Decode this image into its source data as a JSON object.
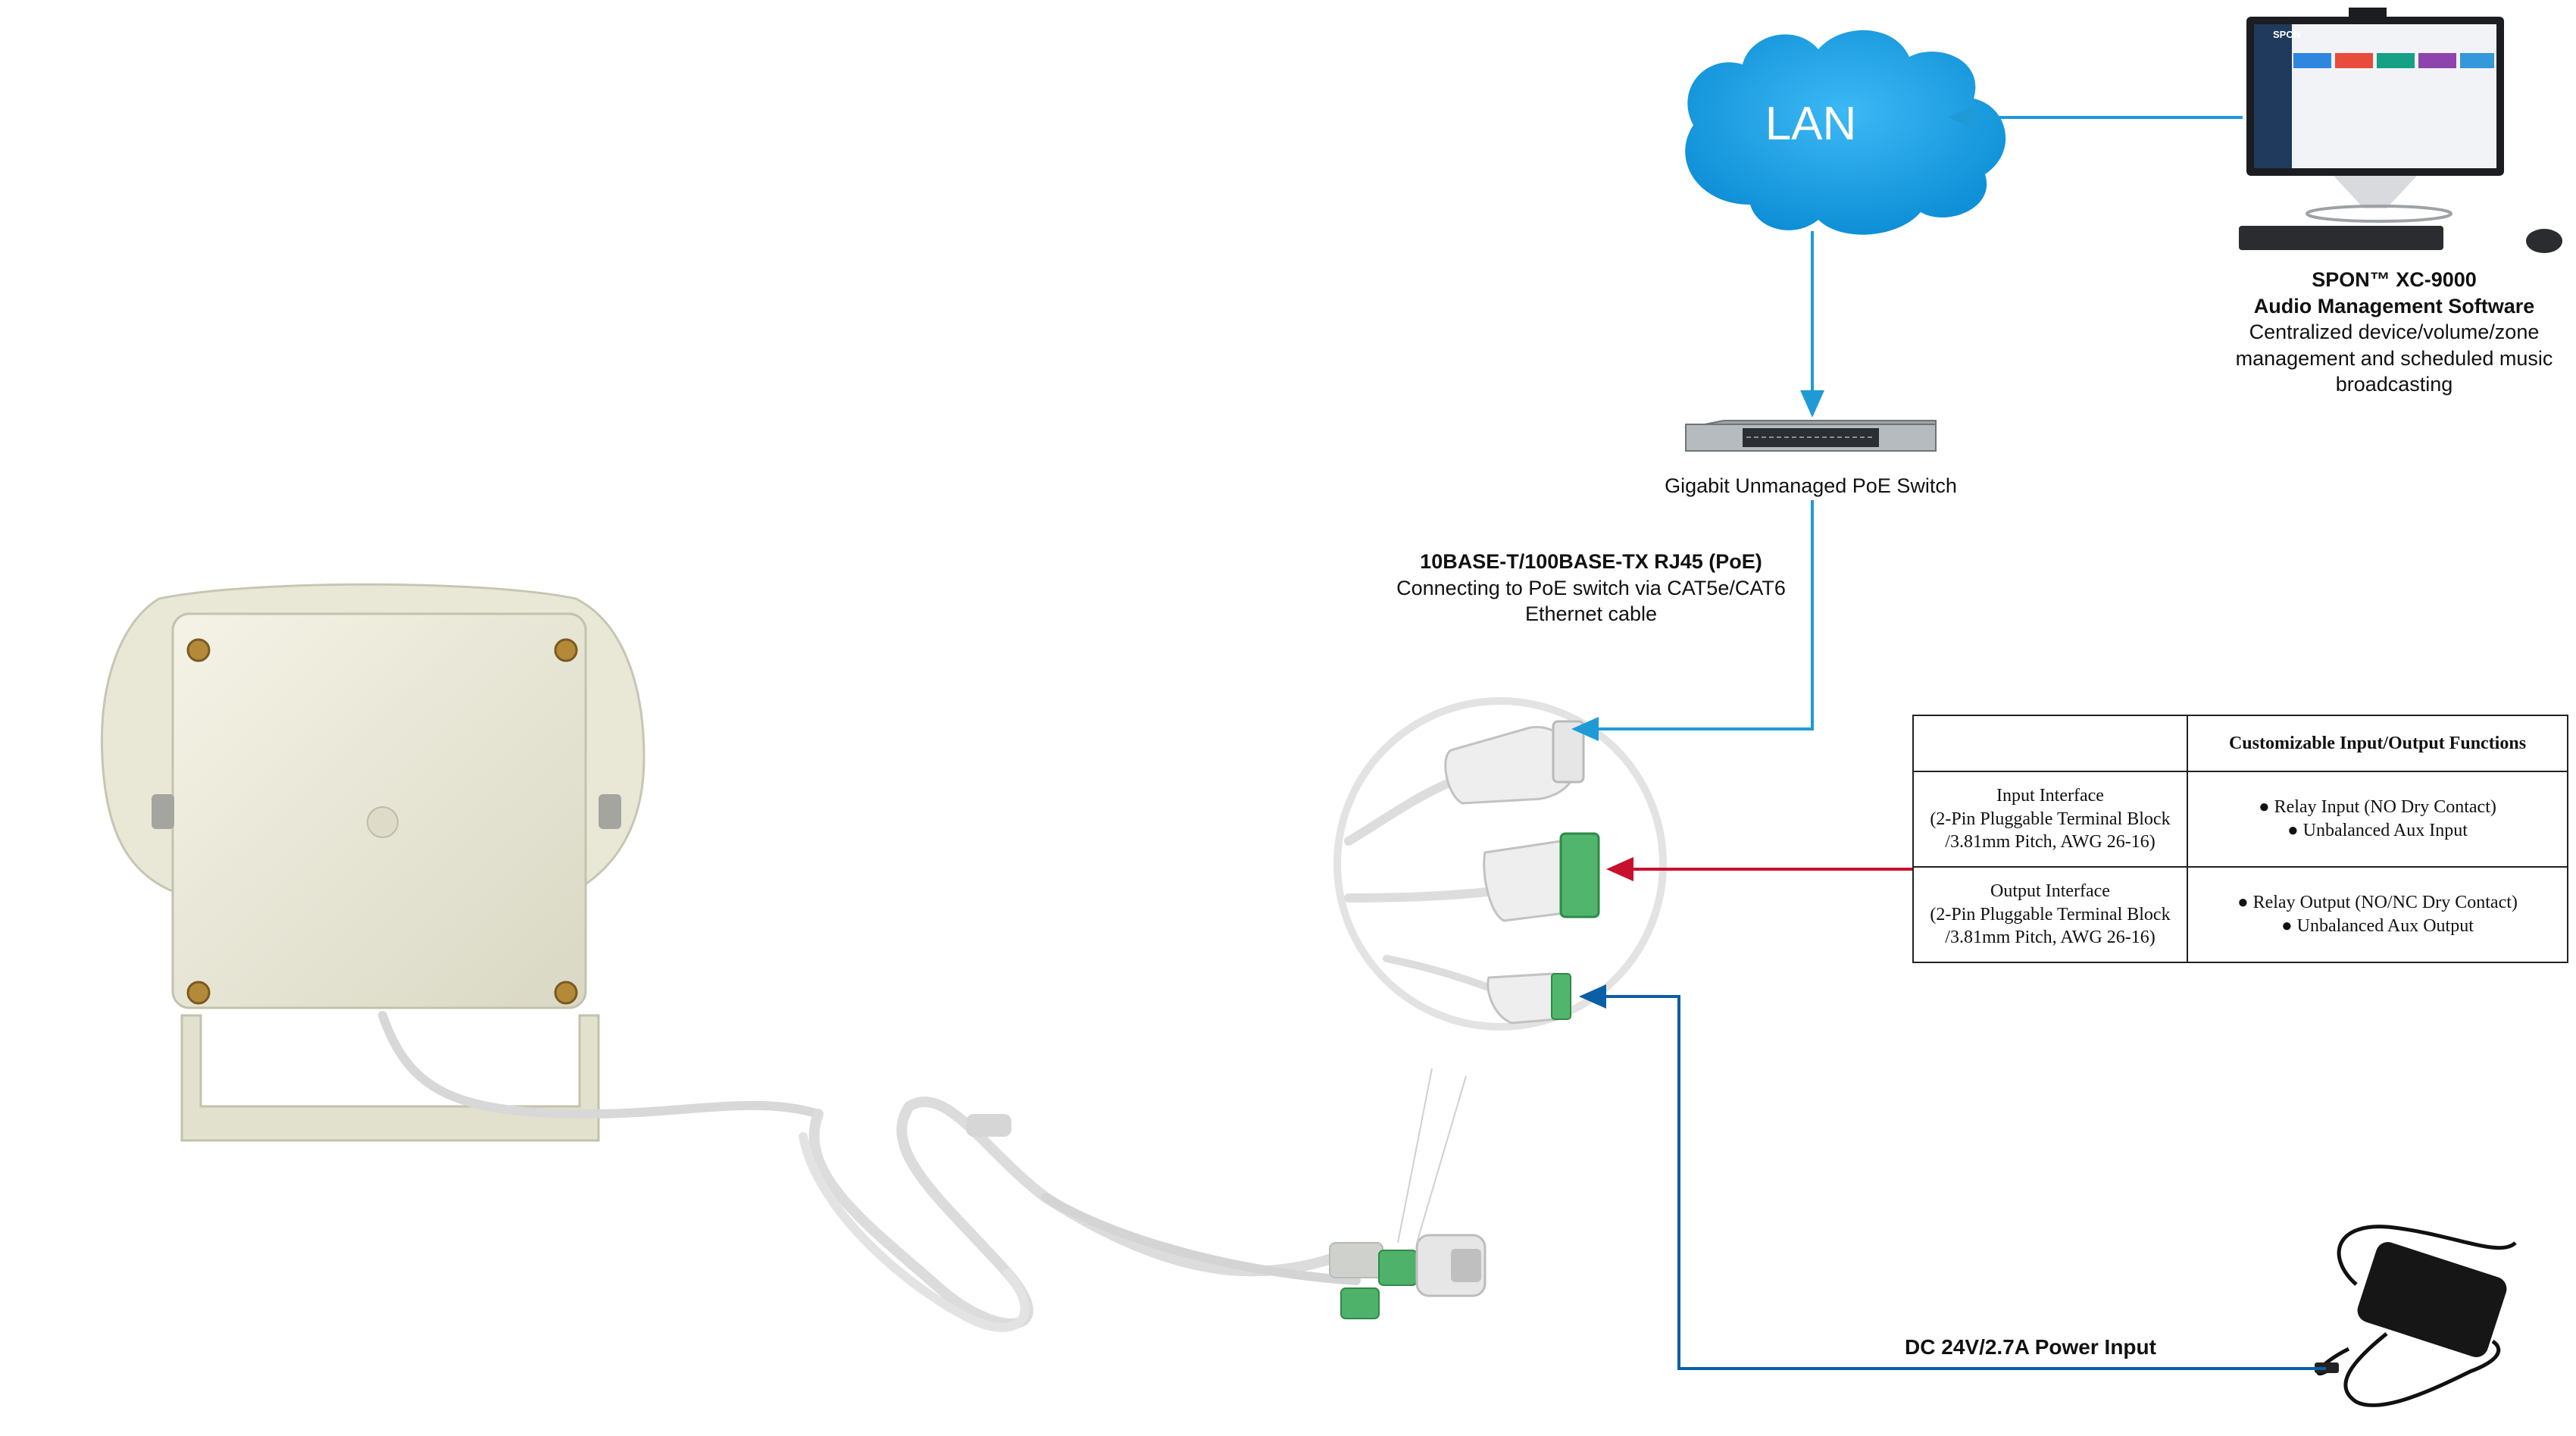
{
  "network": {
    "cloud_label": "LAN",
    "switch_label": "Gigabit Unmanaged PoE Switch"
  },
  "software": {
    "title_line1": "SPON™ XC-9000",
    "title_line2": "Audio Management Software",
    "desc_line1": "Centralized device/volume/zone",
    "desc_line2": "management and scheduled music",
    "desc_line3": "broadcasting",
    "screen_logo": "SPON"
  },
  "ethernet_port": {
    "title": "10BASE-T/100BASE-TX RJ45 (PoE)",
    "desc_line1": "Connecting to PoE switch via CAT5e/CAT6",
    "desc_line2": "Ethernet cable"
  },
  "io_table": {
    "header_blank": "",
    "header_functions": "Customizable Input/Output Functions",
    "rows": [
      {
        "name_line1": "Input Interface",
        "name_line2": "(2-Pin Pluggable Terminal Block",
        "name_line3": "/3.81mm Pitch, AWG 26-16)",
        "func_line1": "● Relay Input (NO Dry Contact)",
        "func_line2": "● Unbalanced Aux Input"
      },
      {
        "name_line1": "Output Interface",
        "name_line2": "(2-Pin Pluggable Terminal Block",
        "name_line3": "/3.81mm Pitch, AWG 26-16)",
        "func_line1": "● Relay Output (NO/NC Dry Contact)",
        "func_line2": "● Unbalanced Aux Output"
      }
    ]
  },
  "power": {
    "label": "DC 24V/2.7A Power Input"
  },
  "colors": {
    "network_line": "#1e9bd7",
    "io_line": "#c8102e",
    "power_line": "#0b5fa5",
    "cloud": "#1aa3ea",
    "device_body": "#ecebd9"
  }
}
